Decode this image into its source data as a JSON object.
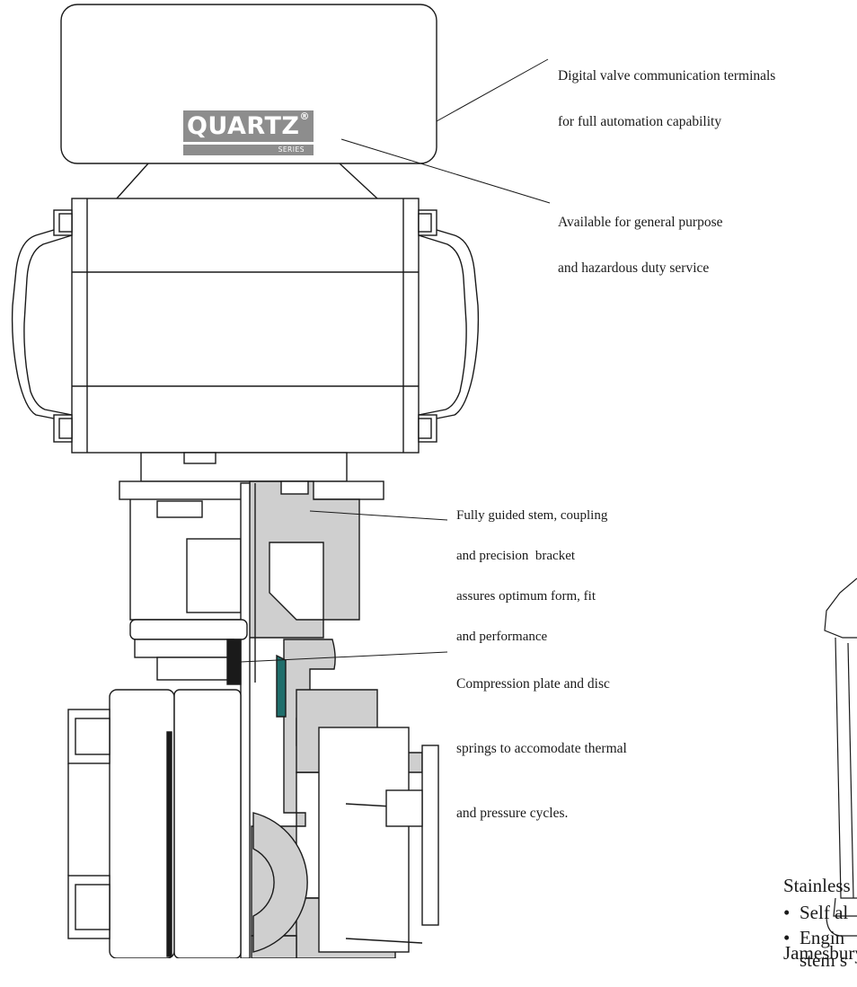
{
  "logo": {
    "brand": "QUARTZ",
    "mark": "®",
    "series": "SERIES"
  },
  "callouts": [
    {
      "lines": [
        "Digital valve communication terminals",
        "for full automation capability"
      ]
    },
    {
      "lines": [
        "Available for general purpose",
        "and hazardous duty service"
      ]
    },
    {
      "lines": [
        "Fully guided stem, coupling",
        "and precision  bracket",
        "assures optimum form, fit",
        "and performance"
      ]
    },
    {
      "lines": [
        "Compression plate and disc",
        "springs to accomodate thermal",
        "and pressure cycles."
      ]
    }
  ],
  "side_text": {
    "line1": "Stainless",
    "line2": "Jamesbury"
  },
  "bullets": [
    "Self al",
    "Engin",
    "stem s"
  ],
  "colors": {
    "line": "#1a1a1a",
    "section_fill": "#cfcfcf",
    "seal_fill": "#1f6e6b",
    "logo": "#8d8d8d"
  }
}
